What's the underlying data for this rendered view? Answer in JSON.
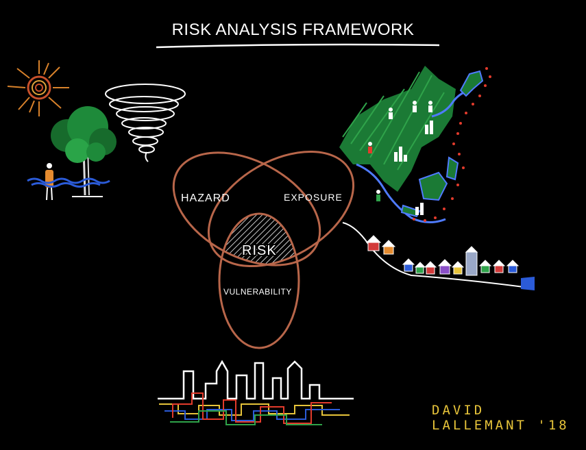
{
  "title": "RISK ANALYSIS FRAMEWORK",
  "venn": {
    "hazard": "HAZARD",
    "exposure": "EXPOSURE",
    "vulnerability": "VULNERABILITY",
    "risk": "RISK"
  },
  "signature": "DAVID LALLEMANT '18",
  "colors": {
    "background": "#000000",
    "ellipse": "#b8664a",
    "text": "#ffffff",
    "signature": "#e7c43a",
    "tree_green": "#1e8a3a",
    "water_blue": "#2b5bd8",
    "map_red": "#e33b2c"
  },
  "icons": [
    "sun-icon",
    "tornado-icon",
    "tree-icon",
    "person-icon",
    "flood-water-icon",
    "asia-map-icon",
    "hillside-village-icon",
    "city-skyline-icon"
  ]
}
